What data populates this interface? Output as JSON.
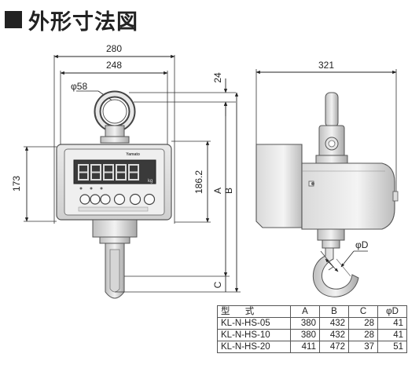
{
  "title": "外形寸法図",
  "dimensions": {
    "width_total": "280",
    "width_inner": "248",
    "hole_dia": "φ58",
    "hook_top": "24",
    "height_body": "173",
    "height_display": "186.2",
    "label_a": "A",
    "label_b": "B",
    "label_c": "C",
    "depth": "321",
    "hook_dia": "φD"
  },
  "panel": {
    "brand": "Yamato",
    "unit": "kg"
  },
  "table": {
    "headers": [
      "型 式",
      "A",
      "B",
      "C",
      "φD"
    ],
    "rows": [
      [
        "KL-N-HS-05",
        "380",
        "432",
        "28",
        "41"
      ],
      [
        "KL-N-HS-10",
        "380",
        "432",
        "28",
        "41"
      ],
      [
        "KL-N-HS-20",
        "411",
        "472",
        "37",
        "51"
      ]
    ]
  }
}
